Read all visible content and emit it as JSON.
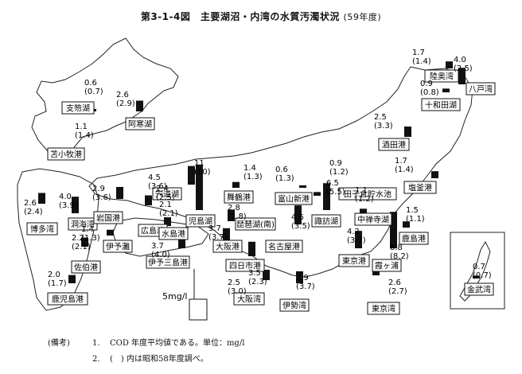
{
  "title": "第3-1-4図　主要湖沼・内湾の水質汚濁状況",
  "subtitle": "(59年度)",
  "notes": {
    "label": "(備考)",
    "items": [
      {
        "num": "1.",
        "text": "COD 年度平均値である。単位：mg/l"
      },
      {
        "num": "2.",
        "text": "(　) 内は昭和58年度調べ。"
      }
    ]
  },
  "scale_label": "5mg/l",
  "chart_data": {
    "type": "bar",
    "unit": "mg/l",
    "series": [
      {
        "name": "59年度",
        "values": [
          0.6,
          2.6,
          1.1,
          1.7,
          4.0,
          0.9,
          2.5,
          4.5,
          11,
          1.4,
          0.6,
          0.9,
          6.5,
          1.7,
          1.1,
          1.5,
          2.6,
          4.0,
          2.9,
          2.4,
          2.1,
          1.4,
          2.2,
          3.7,
          2.8,
          4.6,
          3.7,
          4.2,
          8.8,
          3.5,
          2.5,
          2.9,
          2.6,
          0.7,
          2.0
        ]
      },
      {
        "name": "58年度",
        "values": [
          0.7,
          2.9,
          1.4,
          1.4,
          2.5,
          0.8,
          3.3,
          3.6,
          10,
          1.3,
          1.3,
          1.2,
          5.5,
          1.4,
          1.2,
          1.1,
          2.4,
          3.9,
          3.6,
          2.5,
          2.1,
          1.3,
          2.1,
          4.0,
          2.8,
          3.5,
          3.7,
          3.7,
          8.2,
          2.3,
          3.0,
          3.7,
          2.7,
          0.7,
          1.7
        ]
      }
    ],
    "sites": [
      {
        "name": "支笏湖",
        "v59": "0.6",
        "v58": "(0.7)",
        "value": 0.6,
        "prev": 0.7
      },
      {
        "name": "阿寒湖",
        "v59": "2.6",
        "v58": "(2.9)",
        "value": 2.6,
        "prev": 2.9
      },
      {
        "name": "苫小牧港",
        "v59": "1.1",
        "v58": "(1.4)",
        "value": 1.1,
        "prev": 1.4
      },
      {
        "name": "陸奥湾",
        "v59": "1.7",
        "v58": "(1.4)",
        "value": 1.7,
        "prev": 1.4
      },
      {
        "name": "八戸湾",
        "v59": "4.0",
        "v58": "(2.5)",
        "value": 4.0,
        "prev": 2.5
      },
      {
        "name": "十和田湖",
        "v59": "0.9",
        "v58": "(0.8)",
        "value": 0.9,
        "prev": 0.8
      },
      {
        "name": "酒田港",
        "v59": "2.5",
        "v58": "(3.3)",
        "value": 2.5,
        "prev": 3.3
      },
      {
        "name": "宍道湖",
        "v59": "4.5",
        "v58": "(3.6)",
        "value": 4.5,
        "prev": 3.6
      },
      {
        "name": "児島湖",
        "v59": "11",
        "v58": "(10)",
        "value": 11,
        "prev": 10
      },
      {
        "name": "舞鶴港",
        "v59": "1.4",
        "v58": "(1.3)",
        "value": 1.4,
        "prev": 1.3
      },
      {
        "name": "富山新港",
        "v59": "0.6",
        "v58": "(1.3)",
        "value": 0.6,
        "prev": 1.3
      },
      {
        "name": "田子倉貯水池",
        "v59": "0.9",
        "v58": "(1.2)",
        "value": 0.9,
        "prev": 1.2
      },
      {
        "name": "諏訪湖",
        "v59": "6.5",
        "v58": "(5.5)",
        "value": 6.5,
        "prev": 5.5
      },
      {
        "name": "塩釜港",
        "v59": "1.7",
        "v58": "(1.4)",
        "value": 1.7,
        "prev": 1.4
      },
      {
        "name": "中禅寺湖",
        "v59": "1.1",
        "v58": "(1.2)",
        "value": 1.1,
        "prev": 1.2
      },
      {
        "name": "鹿島港",
        "v59": "1.5",
        "v58": "(1.1)",
        "value": 1.5,
        "prev": 1.1
      },
      {
        "name": "博多湾",
        "v59": "2.6",
        "v58": "(2.4)",
        "value": 2.6,
        "prev": 2.4
      },
      {
        "name": "洞海湾",
        "v59": "4.0",
        "v58": "(3.9)",
        "value": 4.0,
        "prev": 3.9
      },
      {
        "name": "岩国港",
        "v59": "2.9",
        "v58": "(3.6)",
        "value": 2.9,
        "prev": 3.6
      },
      {
        "name": "広島湾",
        "v59": "2.4",
        "v58": "(2.5)",
        "value": 2.4,
        "prev": 2.5
      },
      {
        "name": "水島港",
        "v59": "2.1",
        "v58": "(2.1)",
        "value": 2.1,
        "prev": 2.1
      },
      {
        "name": "伊予灘",
        "v59": "1.4",
        "v58": "(1.3)",
        "value": 1.4,
        "prev": 1.3
      },
      {
        "name": "佐伯港",
        "v59": "2.2",
        "v58": "(2.1)",
        "value": 2.2,
        "prev": 2.1
      },
      {
        "name": "伊予三島港",
        "v59": "3.7",
        "v58": "(4.0)",
        "value": 3.7,
        "prev": 4.0
      },
      {
        "name": "琵琶湖(南)",
        "v59": "2.8",
        "v58": "(2.8)",
        "value": 2.8,
        "prev": 2.8
      },
      {
        "name": "名古屋港",
        "v59": "4.6",
        "v58": "(3.5)",
        "value": 4.6,
        "prev": 3.5
      },
      {
        "name": "大阪港",
        "v59": "3.7",
        "v58": "(3.7)",
        "value": 3.7,
        "prev": 3.7
      },
      {
        "name": "東京港",
        "v59": "4.2",
        "v58": "(3.7)",
        "value": 4.2,
        "prev": 3.7
      },
      {
        "name": "霞ヶ浦",
        "v59": "8.8",
        "v58": "(8.2)",
        "value": 8.8,
        "prev": 8.2
      },
      {
        "name": "四日市港",
        "v59": "3.5",
        "v58": "(2.3)",
        "value": 3.5,
        "prev": 2.3
      },
      {
        "name": "大阪湾",
        "v59": "2.5",
        "v58": "(3.0)",
        "value": 2.5,
        "prev": 3.0
      },
      {
        "name": "伊勢湾",
        "v59": "2.9",
        "v58": "(3.7)",
        "value": 2.9,
        "prev": 3.7
      },
      {
        "name": "東京湾",
        "v59": "2.6",
        "v58": "(2.7)",
        "value": 2.6,
        "prev": 2.7
      },
      {
        "name": "金武湾",
        "v59": "0.7",
        "v58": "(0.7)",
        "value": 0.7,
        "prev": 0.7
      },
      {
        "name": "鹿児島港",
        "v59": "2.0",
        "v58": "(1.7)",
        "value": 2.0,
        "prev": 1.7
      }
    ]
  }
}
